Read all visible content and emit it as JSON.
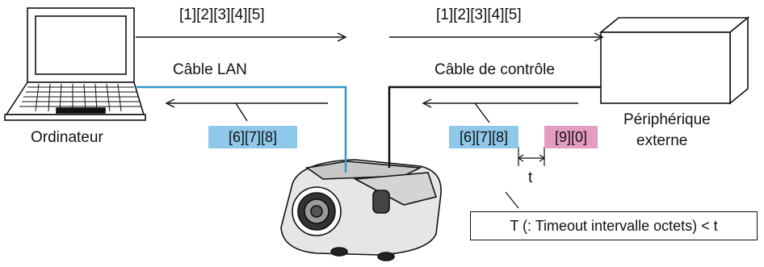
{
  "diagram": {
    "top_left_sequence": "[1][2][3][4][5]",
    "top_right_sequence": "[1][2][3][4][5]",
    "lan_cable_label": "Câble LAN",
    "control_cable_label": "Câble de contrôle",
    "computer_label": "Ordinateur",
    "device_label_line1": "Périphérique",
    "device_label_line2": "externe",
    "response_left": "[6][7][8]",
    "response_right": "[6][7][8]",
    "pink_sequence": "[9][0]",
    "t_label": "t",
    "timeout_text": "T (: Timeout intervalle octets) < t"
  },
  "colors": {
    "lan_cable": "#3399cc",
    "control_cable": "#111111",
    "blue_box": "#8ec8ea",
    "pink_box": "#e49cc2"
  }
}
